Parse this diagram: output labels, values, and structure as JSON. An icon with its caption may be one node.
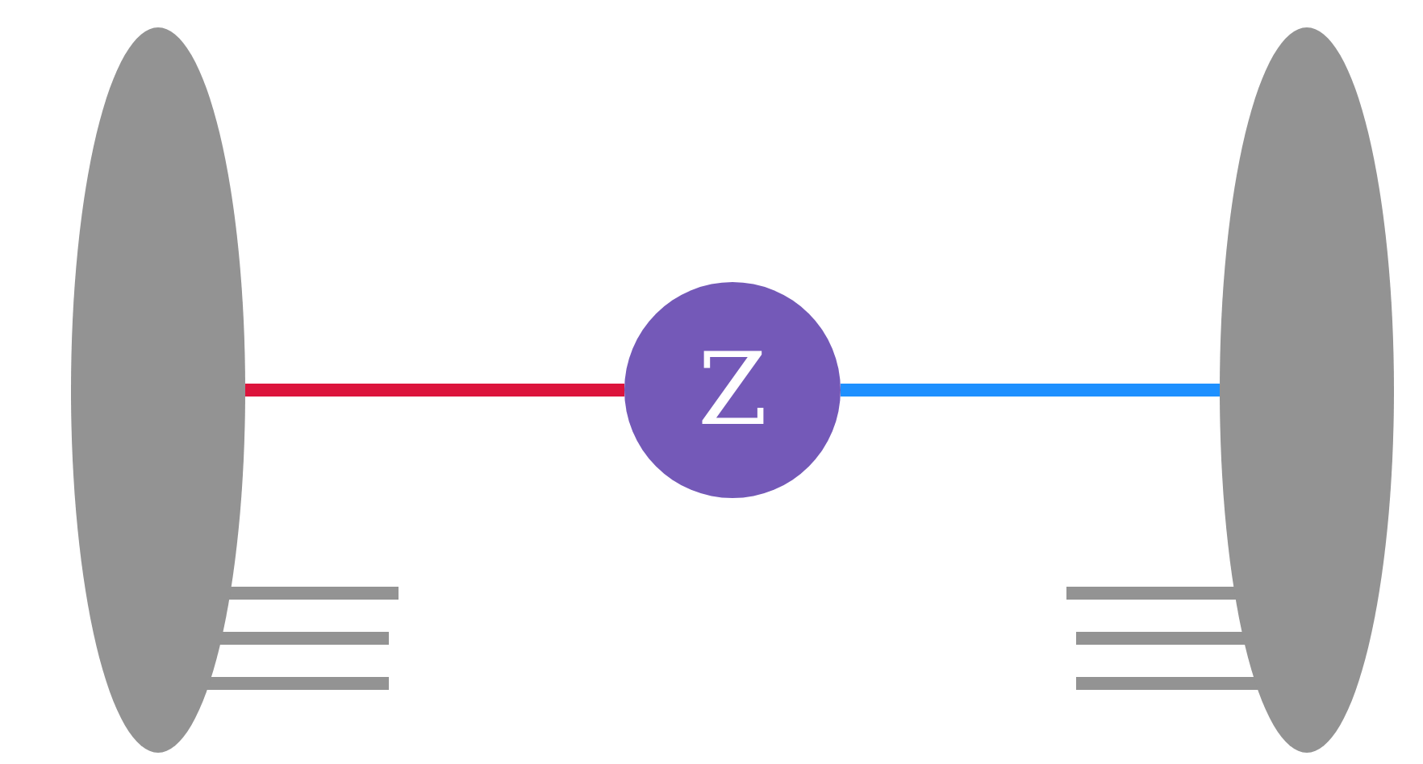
{
  "diagram": {
    "nodes": [
      {
        "text": [],
        "shape": "ellipse"
      },
      {
        "text": [
          "Z"
        ]
      },
      {
        "text": [],
        "shape": "ellipse"
      }
    ],
    "edges": [
      {
        "from": 0,
        "to": 1,
        "arrow": "none",
        "color": "#dc143c"
      },
      {
        "from": 1,
        "to": 2,
        "arrow": "none",
        "color": "#1e90ff"
      },
      {
        "from": 0,
        "to": null,
        "arrow": "none",
        "color": "#939393"
      },
      {
        "from": 0,
        "to": null,
        "arrow": "none",
        "color": "#939393"
      },
      {
        "from": 0,
        "to": null,
        "arrow": "none",
        "color": "#939393"
      },
      {
        "from": 2,
        "to": null,
        "arrow": "none",
        "color": "#939393"
      },
      {
        "from": 2,
        "to": null,
        "arrow": "none",
        "color": "#939393"
      },
      {
        "from": 2,
        "to": null,
        "arrow": "none",
        "color": "#939393"
      }
    ]
  }
}
